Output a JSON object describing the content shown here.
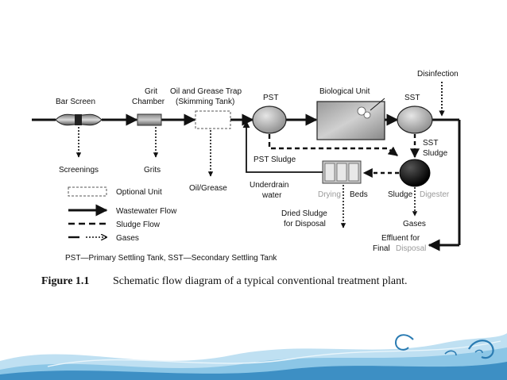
{
  "labels": {
    "disinfection": "Disinfection",
    "grit": "Grit",
    "chamber": "Chamber",
    "oil_grease_trap": "Oil and Grease Trap",
    "skimming_tank": "(Skimming Tank)",
    "pst": "PST",
    "biological_unit": "Biological Unit",
    "sst": "SST",
    "bar_screen": "Bar Screen",
    "screenings": "Screenings",
    "grits": "Grits",
    "oil_grease": "Oil/Grease",
    "pst_sludge": "PST Sludge",
    "sst_sludge_1": "SST",
    "sst_sludge_2": "Sludge",
    "underdrain_1": "Underdrain",
    "underdrain_2": "water",
    "drying": "Drying",
    "beds": "Beds",
    "sludge": "Sludge",
    "digester": "Digester",
    "dried_sludge_1": "Dried Sludge",
    "dried_sludge_2": "for Disposal",
    "gases": "Gases",
    "effluent_1": "Effluent for",
    "final": "Final",
    "disposal": "Disposal"
  },
  "legend": {
    "optional_unit": "Optional Unit",
    "wastewater_flow": "Wastewater Flow",
    "sludge_flow": "Sludge Flow",
    "gases": "Gases"
  },
  "abbreviations": "PST—Primary Settling Tank, SST—Secondary Settling Tank",
  "caption": {
    "figure": "Figure 1.1",
    "text": "Schematic flow diagram of a typical conventional treatment plant."
  },
  "colors": {
    "line": "#111111",
    "faded_text": "#9a9a9a",
    "wave": "#3d8fc4"
  }
}
